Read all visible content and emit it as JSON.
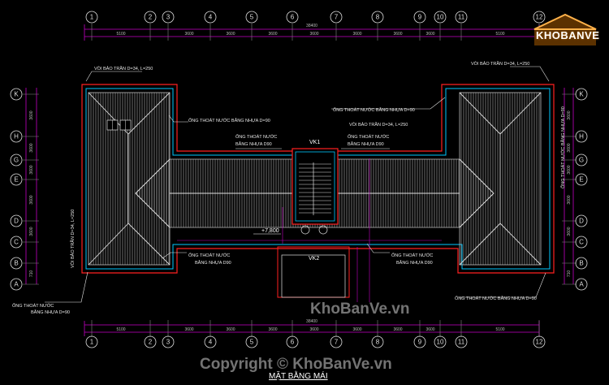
{
  "drawing": {
    "title": "MẶT BẰNG MÁI",
    "grid_cols": [
      "1",
      "2",
      "3",
      "4",
      "5",
      "6",
      "7",
      "8",
      "9",
      "10",
      "11",
      "12"
    ],
    "grid_rows": [
      "K",
      "H",
      "G",
      "E",
      "D",
      "C",
      "B",
      "A"
    ],
    "top_dims": [
      "5100",
      "3600",
      "3600",
      "3600",
      "3600",
      "3600",
      "3600",
      "3600",
      "5100"
    ],
    "overall_dim": "38400",
    "left_dims": [
      "3600",
      "3600",
      "3600",
      "3600",
      "3600",
      "710"
    ],
    "elevation": "+7,800",
    "room_labels": {
      "vk1": "VK1",
      "vk2": "VK2"
    },
    "notes": {
      "gutter_left": "VÒI BẢO TRẦN D=34, L=250",
      "gutter_right": "VÒI BẢO TRẦN D=34, L=250",
      "pipe_tl": "ỐNG THOÁT NƯỚC BẰNG NHỰA D=90",
      "pipe_cl1": "ỐNG THOÁT NƯỚC",
      "pipe_cl2": "BẰNG NHỰA D90",
      "pipe_cr1": "ỐNG THOÁT NƯỚC",
      "pipe_cr2": "BẰNG NHỰA D90",
      "pipe_tr": "ỐNG THOÁT NƯỚC BẰNG NHỰA D=90",
      "pipe_tr2": "VÒI BẢO TRẦN D=34, L=250",
      "pipe_bl1": "ỐNG THOÁT NƯỚC",
      "pipe_bl2": "BẰNG NHỰA D=90",
      "pipe_bc1": "ỐNG THOÁT NƯỚC",
      "pipe_bc2": "BẰNG NHỰA D90",
      "pipe_bcr1": "ỐNG THOÁT NƯỚC",
      "pipe_bcr2": "BẰNG NHỰA D90",
      "pipe_br": "ỐNG THOÁT NƯỚC BẰNG NHỰA D=90",
      "vertical_left": "VÒI BẢO TRẦN D=34, L=250",
      "vertical_right": "ỐNG THOÁT NƯỚC BẰNG NHỰA D=90"
    }
  },
  "logo": {
    "text": "KHOBANVE"
  },
  "watermark": {
    "center": "KhoBanVe.vn",
    "bottom": "Copyright © KhoBanVe.vn"
  },
  "colors": {
    "background": "#000000",
    "roof_line": "#bfbfbf",
    "dim_magenta": "#c400c4",
    "wall_cyan": "#00c8ff",
    "wall_red": "#ff2020"
  }
}
